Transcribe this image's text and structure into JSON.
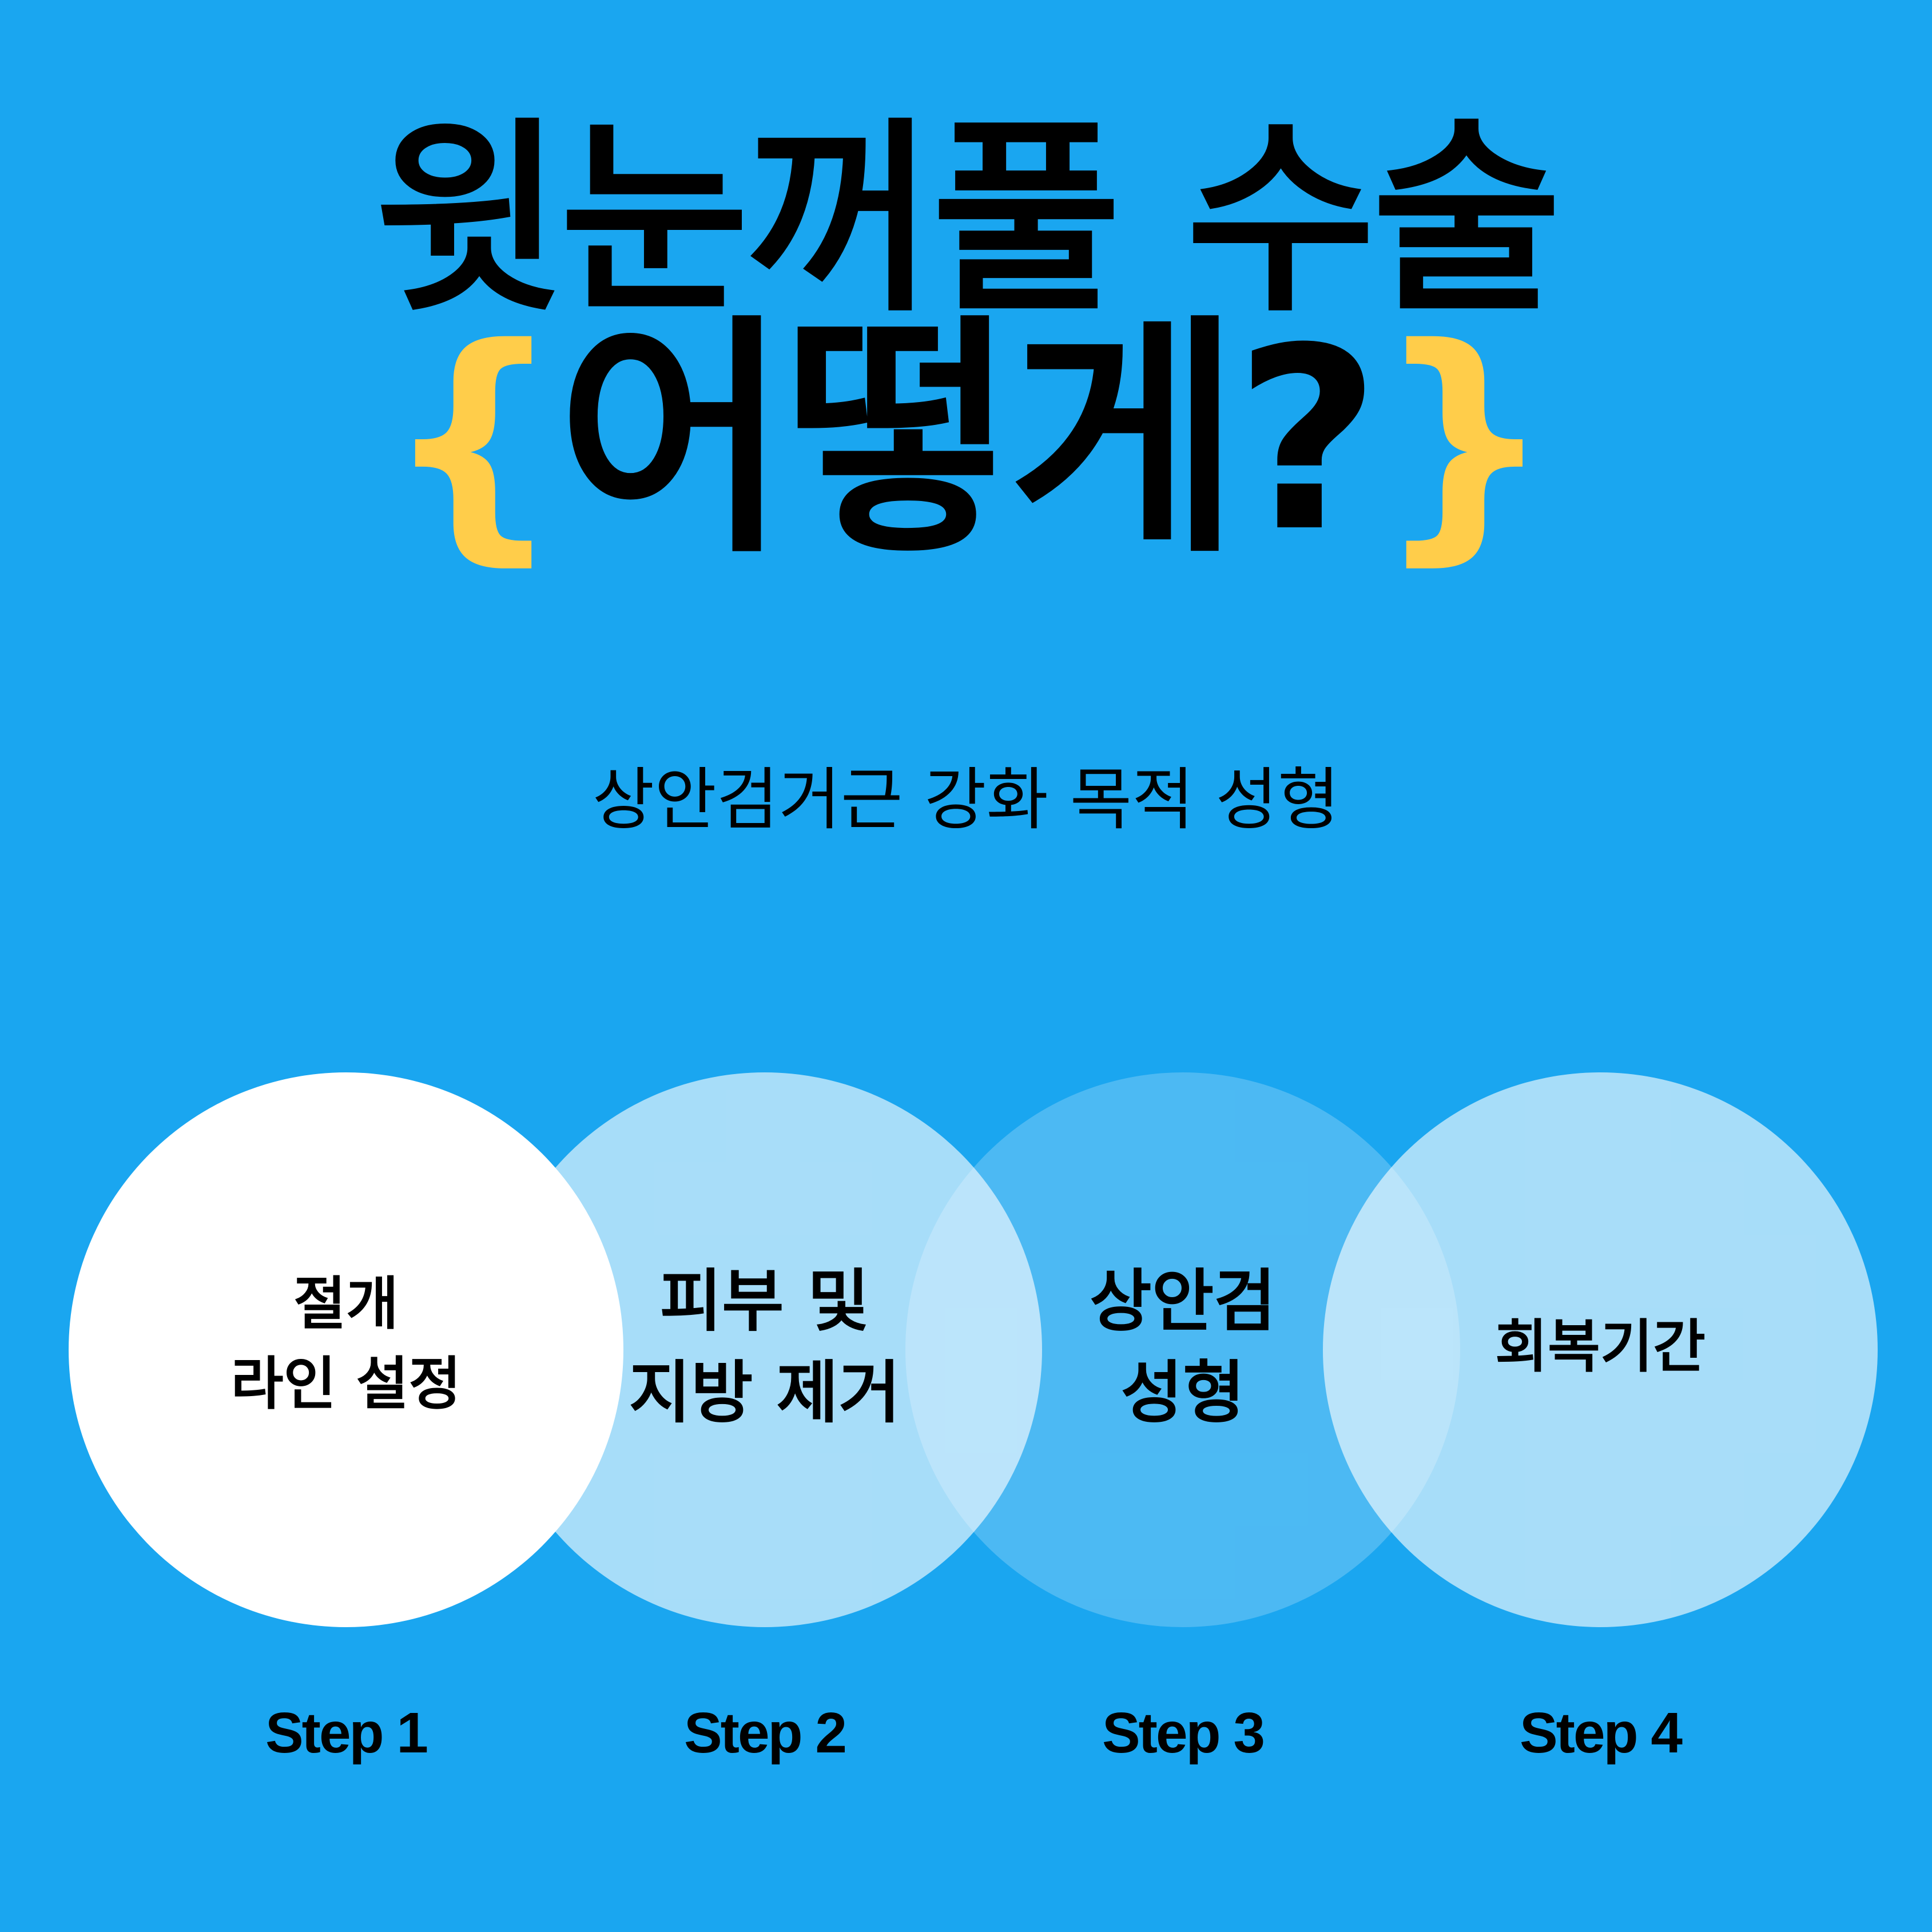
{
  "title": {
    "line1": "윗눈꺼풀 수술",
    "brace_open": "{",
    "question": "어떻게?",
    "brace_close": "}"
  },
  "subtitle": "상안검거근 강화 목적 성형",
  "colors": {
    "background": "#1aa6f0",
    "accent": "#ffcd4a"
  },
  "steps": [
    {
      "line1": "절개",
      "line2": "라인 설정",
      "step": "Step 1"
    },
    {
      "line1": "피부 및",
      "line2": "지방 제거",
      "step": "Step 2"
    },
    {
      "line1": "상안검",
      "line2": "성형",
      "step": "Step 3"
    },
    {
      "line1": "회복기간",
      "step": "Step 4"
    }
  ]
}
